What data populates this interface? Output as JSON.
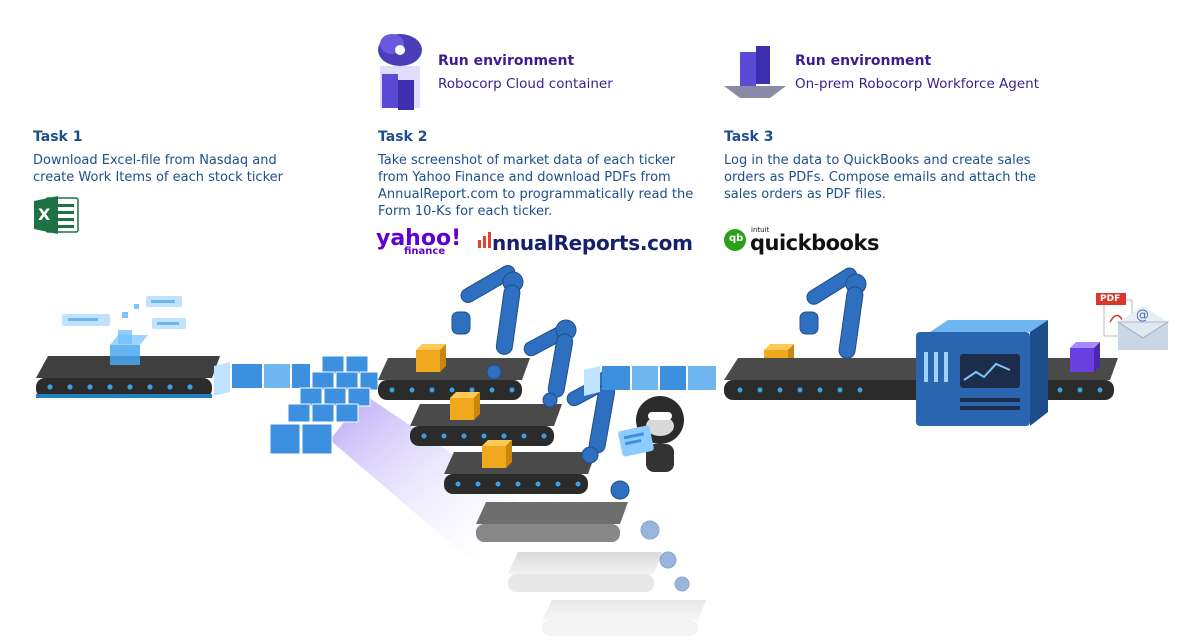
{
  "env1": {
    "title": "Run environment",
    "subtitle": "Robocorp Cloud container"
  },
  "env2": {
    "title": "Run environment",
    "subtitle": "On-prem Robocorp Workforce Agent"
  },
  "task1": {
    "title": "Task 1",
    "lines": [
      "Download Excel-file from Nasdaq and",
      "create Work Items of each stock ticker"
    ]
  },
  "task2": {
    "title": "Task 2",
    "lines": [
      "Take screenshot of market data of each ticker",
      "from Yahoo Finance and download PDFs from",
      "AnnualReport.com to programmatically read the",
      "Form 10-Ks for each ticker."
    ]
  },
  "task3": {
    "title": "Task 3",
    "lines": [
      "Log in the data to QuickBooks and create sales",
      "orders as PDFs. Compose emails and attach the",
      "sales orders as PDF files."
    ]
  },
  "logos": {
    "yahoo": "yahoo!",
    "yahoo_sub": "finance",
    "annual": "nnualReports.com",
    "qb_top": "intuit",
    "qb": "quickbooks",
    "qb_mark": "qb",
    "excel": "X",
    "pdf": "PDF",
    "email": "@"
  },
  "colors": {
    "task_text": "#1d4f8c",
    "env_text": "#3b1f8f",
    "belt": "#4a4a4a",
    "belt_edge": "#1e7fc1",
    "robot_arm": "#2f6fbf",
    "box_orange": "#f0a81c",
    "box_blue": "#3d8fe0",
    "machine": "#2a66b0",
    "yahoo": "#5f01d1",
    "annual": "#17216b",
    "qb_green": "#2ca01c",
    "excel_green": "#1e7145"
  },
  "icons": [
    "cloud-container-icon",
    "server-stack-icon",
    "excel-icon",
    "yahoo-finance-logo",
    "annual-reports-logo",
    "quickbooks-logo",
    "pdf-icon",
    "email-icon",
    "robot-mascot-icon"
  ]
}
